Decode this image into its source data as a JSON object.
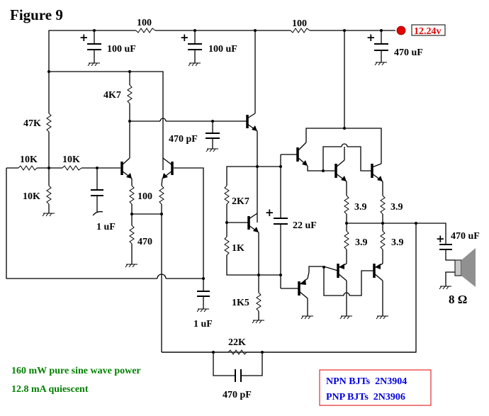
{
  "title": "Figure 9",
  "supply": {
    "voltage_label": "12.24v",
    "probe_color": "#e00000"
  },
  "components": {
    "r_supply_1": "100",
    "r_supply_2": "100",
    "c_supply_1": "100 uF",
    "c_supply_2": "100 uF",
    "c_supply_3": "470 uF",
    "r_4k7": "4K7",
    "r_47k": "47K",
    "c_470pf_top": "470 pF",
    "r_10k_in": "10K",
    "r_10k_series": "10K",
    "r_10k_shunt": "10K",
    "c_1uf_input": "1 uF",
    "r_emitter_100": "100",
    "r_tail_470": "470",
    "c_1uf_feedback": "1 uF",
    "r_2k7": "2K7",
    "r_1k": "1K",
    "r_1k5": "1K5",
    "c_22uf": "22 uF",
    "r_3_9_a": "3.9",
    "r_3_9_b": "3.9",
    "r_3_9_c": "3.9",
    "r_3_9_d": "3.9",
    "c_output": "470 uF",
    "speaker": "8 Ω",
    "r_feedback_22k": "22K",
    "c_feedback_470pf": "470 pF"
  },
  "notes": {
    "line1": "160 mW pure sine wave power",
    "line2": "12.8 mA quiescent",
    "note_color": "#008000"
  },
  "transistor_legend": {
    "npn": "NPN BJTs  2N3904",
    "pnp": "PNP BJTs  2N3906",
    "border_color": "#e00000",
    "text_color": "#0000e0"
  }
}
